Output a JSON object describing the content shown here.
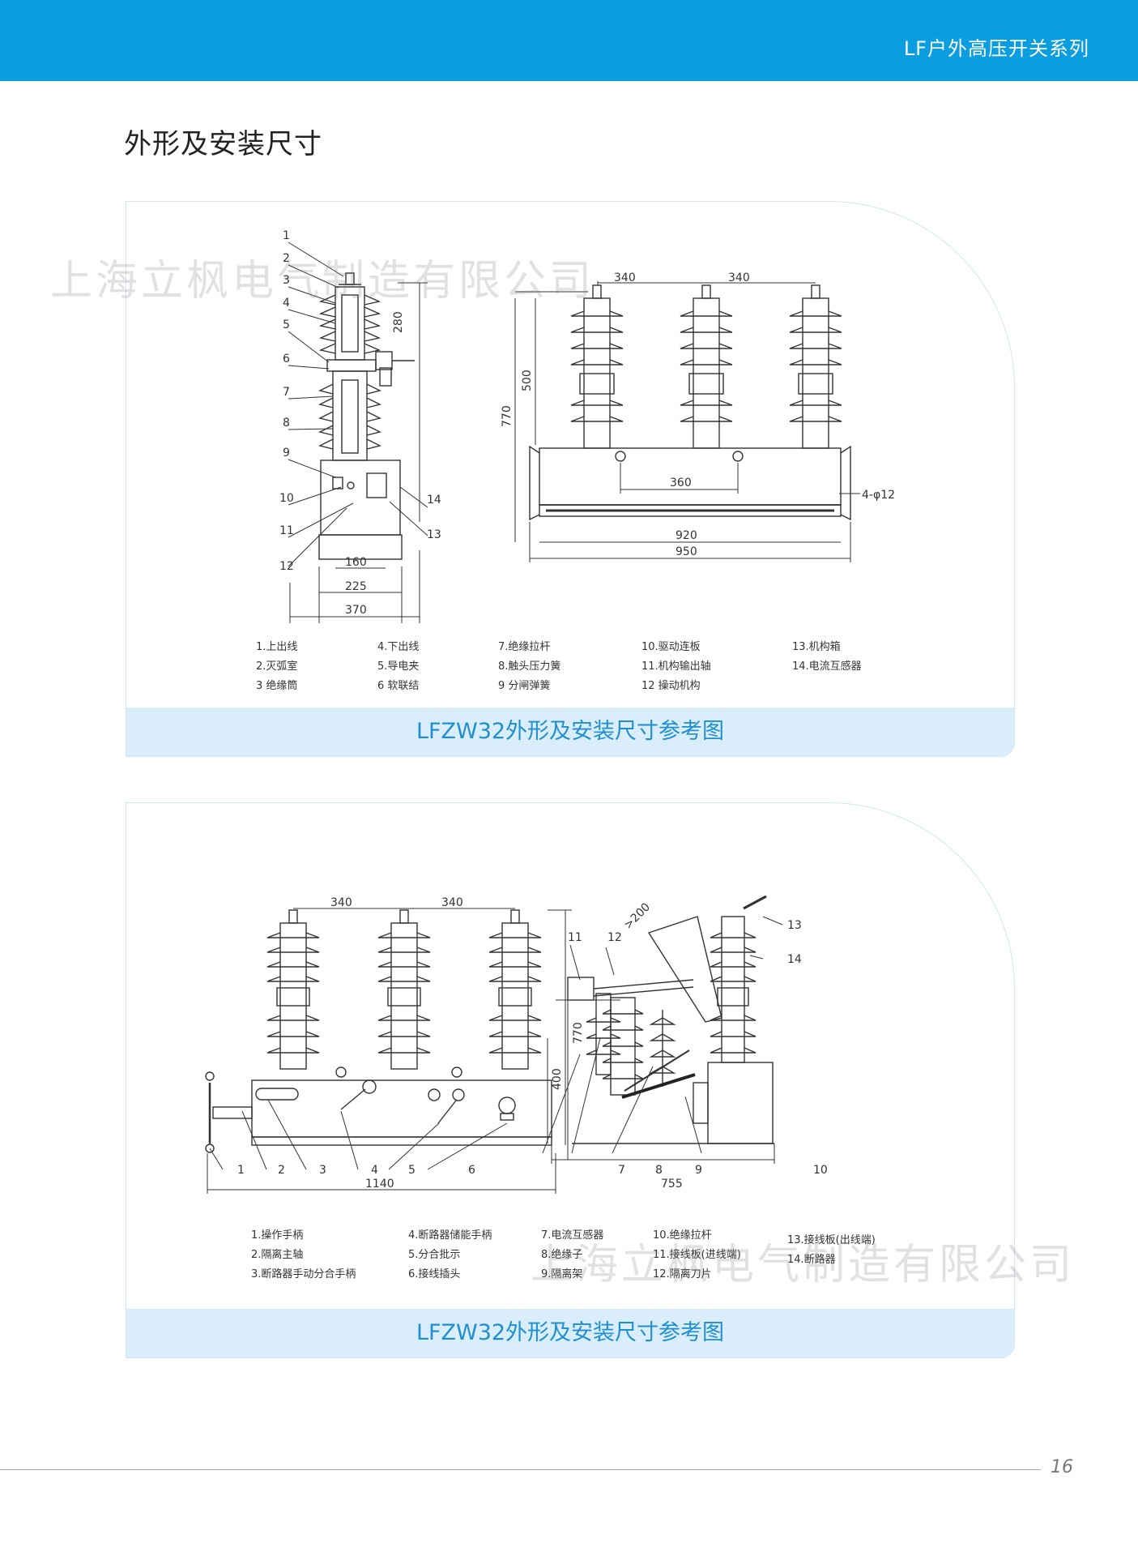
{
  "header": {
    "series": "LF户外高压开关系列"
  },
  "page_title": "外形及安装尺寸",
  "watermark": "上海立枫电气制造有限公司",
  "panel1": {
    "caption": "LFZW32外形及安装尺寸参考图",
    "callouts": [
      "1",
      "2",
      "3",
      "4",
      "5",
      "6",
      "7",
      "8",
      "9",
      "10",
      "11",
      "12",
      "13",
      "14"
    ],
    "dims": {
      "d280": "280",
      "d500": "500",
      "d770": "770",
      "d340a": "340",
      "d340b": "340",
      "d360": "360",
      "d920": "920",
      "d950": "950",
      "d160": "160",
      "d225": "225",
      "d370": "370",
      "hole": "4-φ12"
    },
    "legend": [
      [
        "1.上出线",
        "2.灭弧室",
        "3 绝缘筒"
      ],
      [
        "4.下出线",
        "5.导电夹",
        "6 软联结"
      ],
      [
        "7.绝缘拉杆",
        "8.触头压力簧",
        "9 分闸弹簧"
      ],
      [
        "10.驱动连板",
        "11.机构输出轴",
        "12 操动机构"
      ],
      [
        "13.机构箱",
        "14.电流互感器"
      ]
    ]
  },
  "panel2": {
    "caption": "LFZW32外形及安装尺寸参考图",
    "callouts": [
      "1",
      "2",
      "3",
      "4",
      "5",
      "6",
      "7",
      "8",
      "9",
      "10",
      "11",
      "12",
      "13",
      "14"
    ],
    "dims": {
      "d340a": "340",
      "d340b": "340",
      "d770": "770",
      "d1140": "1140",
      "d400": "400",
      "d755": "755",
      "d200": ">200"
    },
    "legend": [
      [
        "1.操作手柄",
        "2.隔离主轴",
        "3.断路器手动分合手柄"
      ],
      [
        "4.断路器储能手柄",
        "5.分合批示",
        "6.接线插头"
      ],
      [
        "7.电流互感器",
        "8.绝缘子",
        "9.隔离架"
      ],
      [
        "10.绝缘拉杆",
        "11.接线板(进线端)",
        "12.隔离刀片"
      ],
      [
        "13.接线板(出线端)",
        "14.断路器"
      ]
    ]
  },
  "footer": {
    "page_number": "16"
  },
  "colors": {
    "brand": "#0a9de0",
    "caption_bg": "#d9eefa",
    "caption_text": "#1f8fd0"
  }
}
